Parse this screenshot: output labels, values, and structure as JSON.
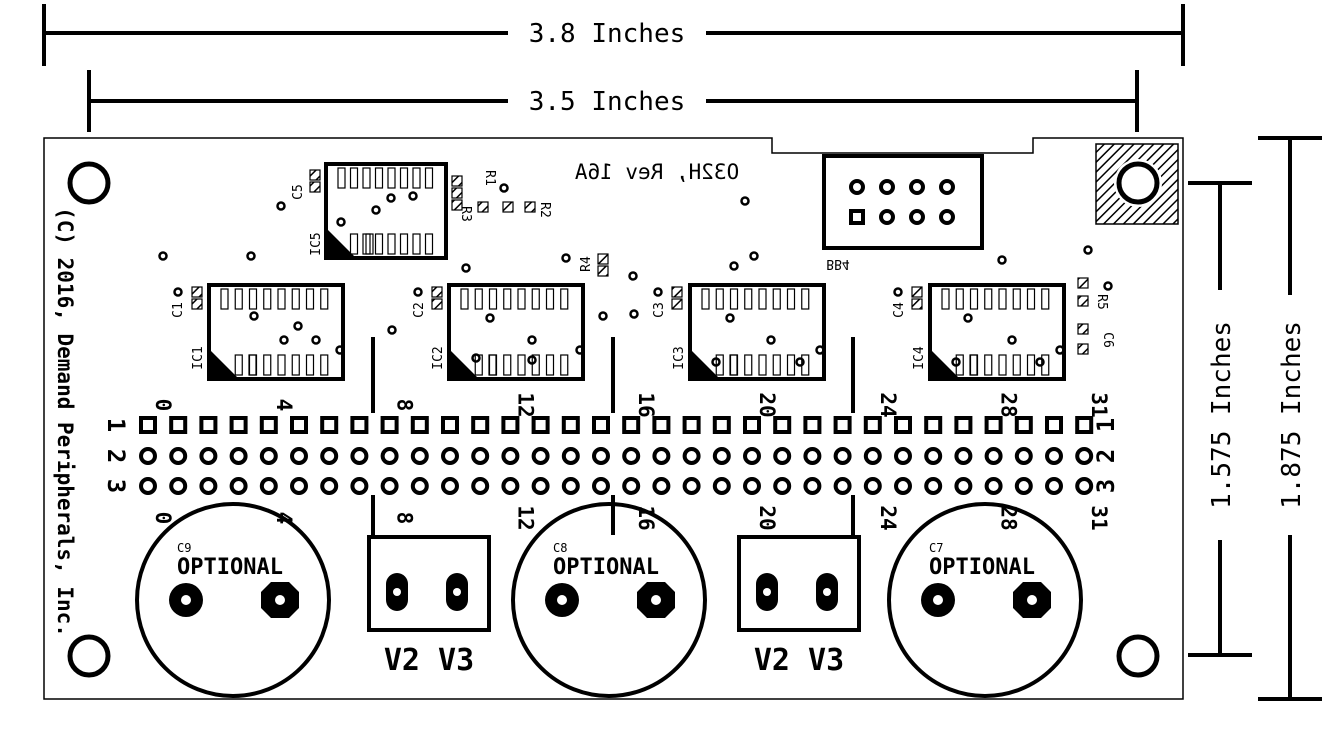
{
  "dimensions": {
    "outer_width": "3.8 Inches",
    "inner_width": "3.5 Inches",
    "inner_height": "1.575 Inches",
    "outer_height": "1.875 Inches"
  },
  "board": {
    "copyright": "(C) 2016, Demand Peripherals, Inc.",
    "revision": "O32H, Rev 16A",
    "connector_label": "BB4",
    "ic_labels": [
      "IC1",
      "IC2",
      "IC3",
      "IC4",
      "IC5"
    ],
    "cap_labels": [
      "C1",
      "C2",
      "C3",
      "C4",
      "C5",
      "C6"
    ],
    "resistor_labels": [
      "R1",
      "R2",
      "R3",
      "R4",
      "R5"
    ],
    "electrolytic_caps": [
      {
        "ref": "C9",
        "label": "OPTIONAL"
      },
      {
        "ref": "C8",
        "label": "OPTIONAL"
      },
      {
        "ref": "C7",
        "label": "OPTIONAL"
      }
    ],
    "power_labels": [
      "V2 V3",
      "V2 V3"
    ],
    "pin_numbers_top": [
      "0",
      "4",
      "8",
      "12",
      "16",
      "20",
      "24",
      "28",
      "31"
    ],
    "pin_numbers_bottom": [
      "0",
      "4",
      "8",
      "12",
      "16",
      "20",
      "24",
      "28",
      "31"
    ],
    "row_numbers_left": [
      "1",
      "2",
      "3"
    ],
    "row_numbers_right": [
      "1",
      "2",
      "3"
    ]
  }
}
